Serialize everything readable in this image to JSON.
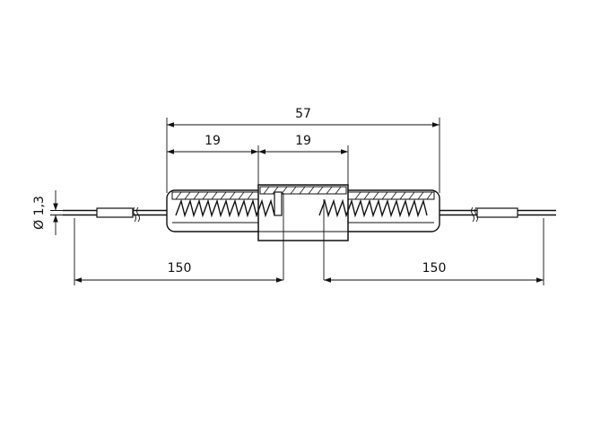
{
  "dimensions": {
    "overall_length": "57",
    "left_section": "19",
    "right_section": "19",
    "wire_diameter": "Ø 1,3",
    "left_lead_length": "150",
    "right_lead_length": "150"
  }
}
